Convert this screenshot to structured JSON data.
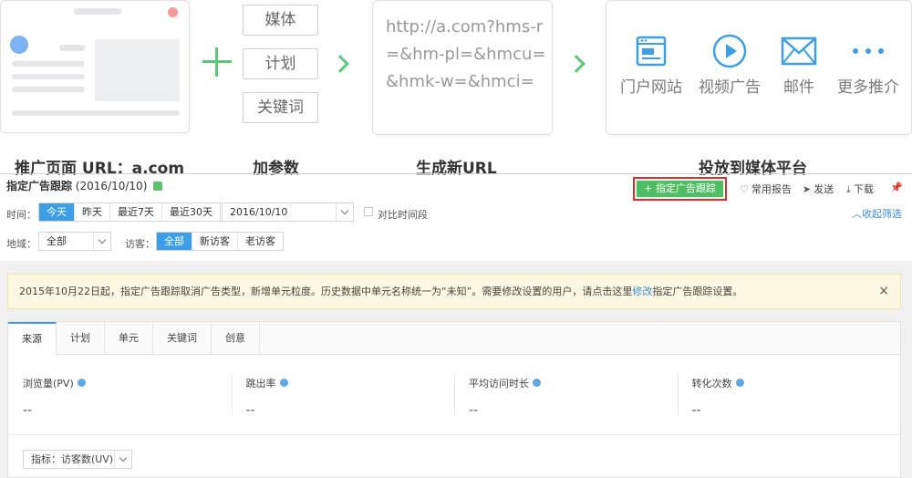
{
  "illustration": {
    "params": [
      "媒体",
      "计划",
      "关键词"
    ],
    "url_text": "http://a.com?hms-r=&hm-pl=&hmcu=&hmk-w=&hmci=",
    "media": [
      {
        "icon": "portal-icon",
        "label": "门户网站"
      },
      {
        "icon": "video-play-icon",
        "label": "视频广告"
      },
      {
        "icon": "mail-icon",
        "label": "邮件"
      },
      {
        "icon": "more-dots-icon",
        "label": "更多推介"
      }
    ],
    "captions": {
      "promo": "推广页面 URL：a.com",
      "add_params": "加参数",
      "new_url": "生成新URL",
      "deploy": "投放到媒体平台"
    },
    "colors": {
      "accent_green": "#5cc878",
      "button_green": "#4fbe63",
      "highlight_red": "#d82d2d",
      "active_blue": "#3c9ee6"
    }
  },
  "panel": {
    "title": "指定广告跟踪",
    "date": "(2016/10/10)",
    "specify_button": "+ 指定广告跟踪",
    "toolbar": {
      "common_reports": "常用报告",
      "send": "发送",
      "download": "下载"
    },
    "time": {
      "label": "时间：",
      "options": [
        "今天",
        "昨天",
        "最近7天",
        "最近30天"
      ],
      "active": "今天",
      "date_value": "2016/10/10",
      "compare_label": "对比时间段"
    },
    "collapse_filter": "收起筛选",
    "region": {
      "label": "地域：",
      "value": "全部"
    },
    "visitor": {
      "label": "访客：",
      "options": [
        "全部",
        "新访客",
        "老访客"
      ],
      "active": "全部"
    },
    "notice": {
      "text_before": "2015年10月22日起，指定广告跟踪取消广告类型，新增单元粒度。历史数据中单元名称统一为“未知”。需要修改设置的用户，请点击这里",
      "link": "修改",
      "text_after": "指定广告跟踪设置。",
      "close": "×"
    },
    "tabs": [
      "来源",
      "计划",
      "单元",
      "关键词",
      "创意"
    ],
    "active_tab": "来源",
    "metrics": [
      {
        "label": "浏览量(PV)",
        "value": "--"
      },
      {
        "label": "跳出率",
        "value": "--"
      },
      {
        "label": "平均访问时长",
        "value": "--"
      },
      {
        "label": "转化次数",
        "value": "--"
      }
    ],
    "indicator": {
      "label": "指标：",
      "value": "访客数(UV)"
    }
  }
}
